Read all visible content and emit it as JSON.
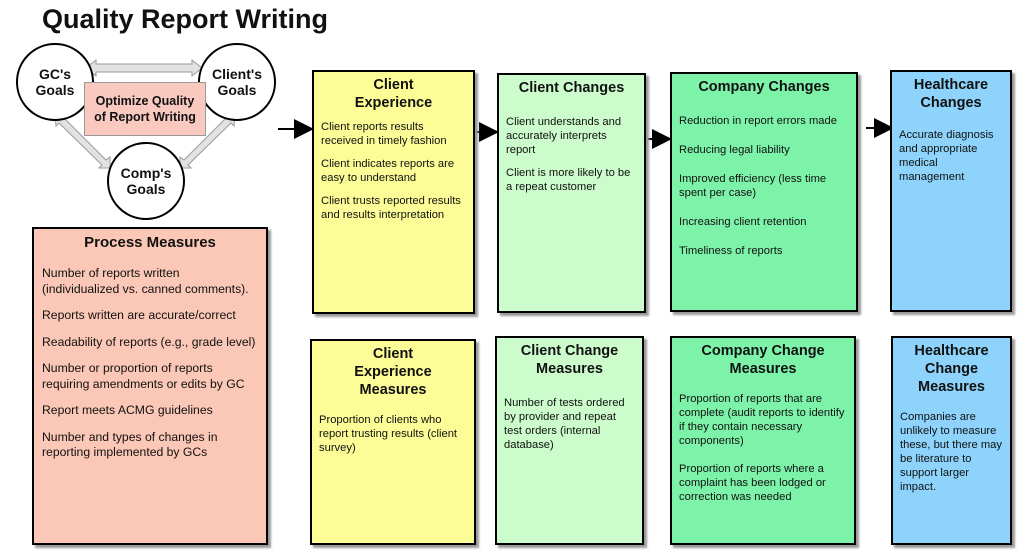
{
  "title": "Quality Report Writing",
  "goals": {
    "gc": "GC's\nGoals",
    "client": "Client's\nGoals",
    "comp": "Comp's\nGoals",
    "center": "Optimize Quality\nof Report Writing"
  },
  "process_measures": {
    "heading": "Process  Measures",
    "items": [
      "Number of  reports written (individualized vs. canned comments).",
      "Reports written are accurate/correct",
      "Readability of reports (e.g., grade level)",
      "Number or proportion of reports requiring amendments or edits by GC",
      "Report meets ACMG guidelines",
      "Number and types of changes in reporting implemented by GCs"
    ]
  },
  "top_row": [
    {
      "heading": "Client\nExperience",
      "items": [
        "Client reports results received in timely fashion",
        "Client indicates reports are easy to understand",
        "Client trusts reported results and results interpretation"
      ]
    },
    {
      "heading": "Client Changes",
      "items": [
        "Client understands and accurately interprets report",
        "Client is more likely to be a repeat customer"
      ]
    },
    {
      "heading": "Company Changes",
      "items": [
        "Reduction in report errors made",
        "Reducing legal liability",
        "Improved efficiency (less time spent per case)",
        "Increasing client retention",
        "Timeliness of reports"
      ]
    },
    {
      "heading": "Healthcare\nChanges",
      "items": [
        "Accurate diagnosis and appropriate medical management"
      ]
    }
  ],
  "bottom_row": [
    {
      "heading": "Client\nExperience\nMeasures",
      "items": [
        "Proportion of clients who report trusting results (client survey)"
      ]
    },
    {
      "heading": "Client Change\nMeasures",
      "items": [
        "Number of tests ordered by provider and repeat test orders (internal database)"
      ]
    },
    {
      "heading": "Company Change\nMeasures",
      "items": [
        "Proportion of reports that are complete (audit reports to identify if they contain necessary components)",
        "Proportion of reports where a complaint has been lodged or correction was needed"
      ]
    },
    {
      "heading": "Healthcare\nChange\nMeasures",
      "items": [
        "Companies are unlikely to measure these, but there may be literature to support larger impact."
      ]
    }
  ],
  "colors": {
    "yellow": "#fdfd97",
    "light_green": "#ccfccc",
    "green": "#7df3a9",
    "blue": "#8dd3fb",
    "salmon": "#fbc7b6"
  }
}
